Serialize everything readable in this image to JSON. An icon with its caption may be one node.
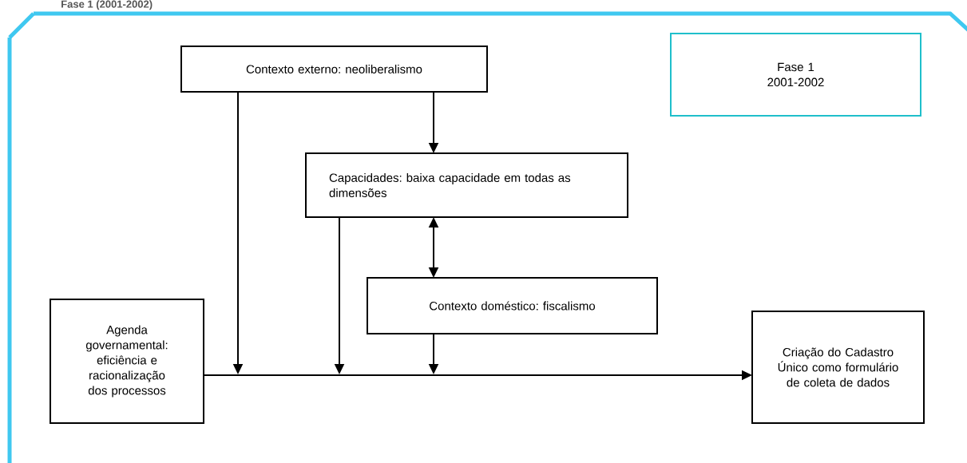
{
  "diagram": {
    "title": "Fase 1 (2001-2002)",
    "nodes": [
      {
        "text": [
          "Contexto externo: neoliberalismo"
        ]
      },
      {
        "text": [
          "Fase 1",
          "2001-2002"
        ]
      },
      {
        "text": [
          "Capacidades: baixa capacidade em todas as dimensões"
        ]
      },
      {
        "text": [
          "Contexto doméstico: fiscalismo"
        ]
      },
      {
        "text": [
          "Agenda governamental: eficiência e racionalização dos processos"
        ]
      },
      {
        "text": [
          "Criação do Cadastro Único como formulário de coleta de dados"
        ]
      }
    ],
    "edges": [
      {
        "from": 4,
        "to": 5,
        "arrow": "to"
      },
      {
        "from": 0,
        "to": null,
        "arrow": "to"
      },
      {
        "from": 0,
        "to": 2,
        "arrow": "to"
      },
      {
        "from": 2,
        "to": null,
        "arrow": "to"
      },
      {
        "from": 2,
        "to": 3,
        "arrow": "both"
      },
      {
        "from": 3,
        "to": null,
        "arrow": "to"
      }
    ]
  }
}
